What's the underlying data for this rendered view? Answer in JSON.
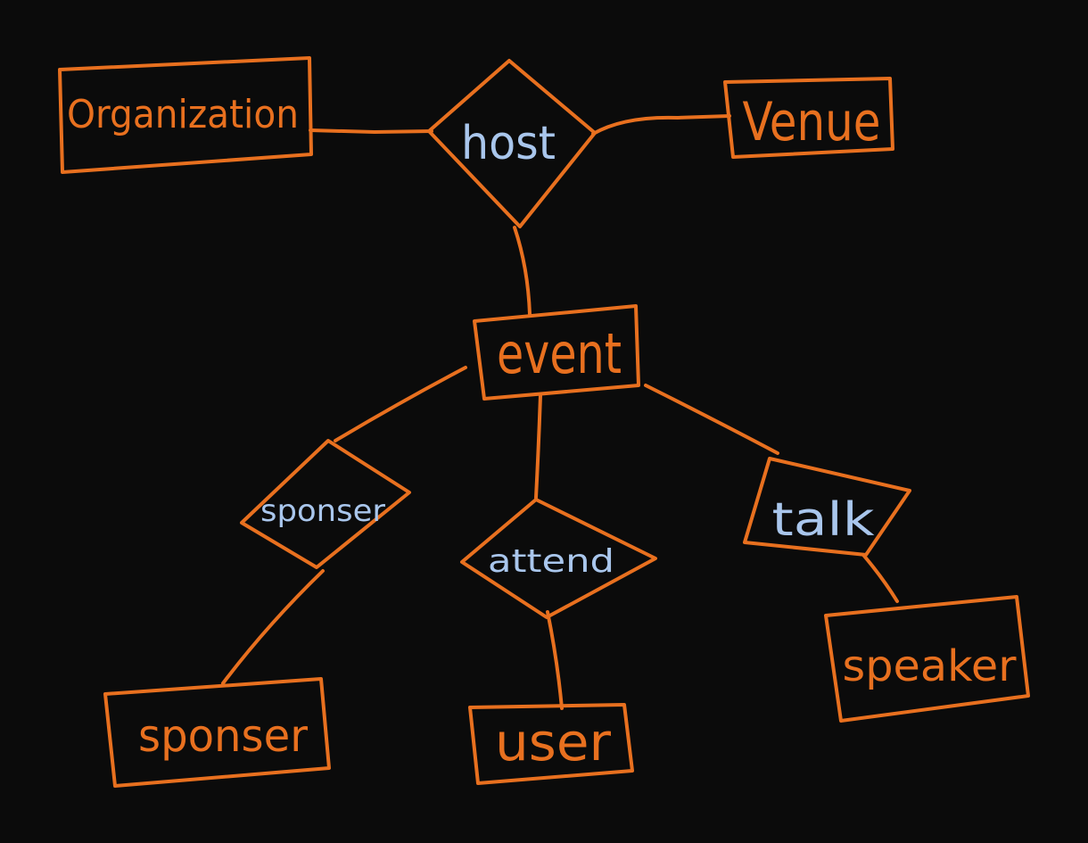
{
  "colors": {
    "background": "#0b0b0b",
    "entity_stroke": "#e8701f",
    "relationship_text": "#a9c6ec"
  },
  "diagram": {
    "entities": {
      "organization": "Organization",
      "venue": "Venue",
      "event": "event",
      "sponsor": "sponser",
      "user": "user",
      "speaker": "speaker"
    },
    "relationships": {
      "host": "host",
      "sponsor": "sponser",
      "attend": "attend",
      "talk": "talk"
    }
  }
}
